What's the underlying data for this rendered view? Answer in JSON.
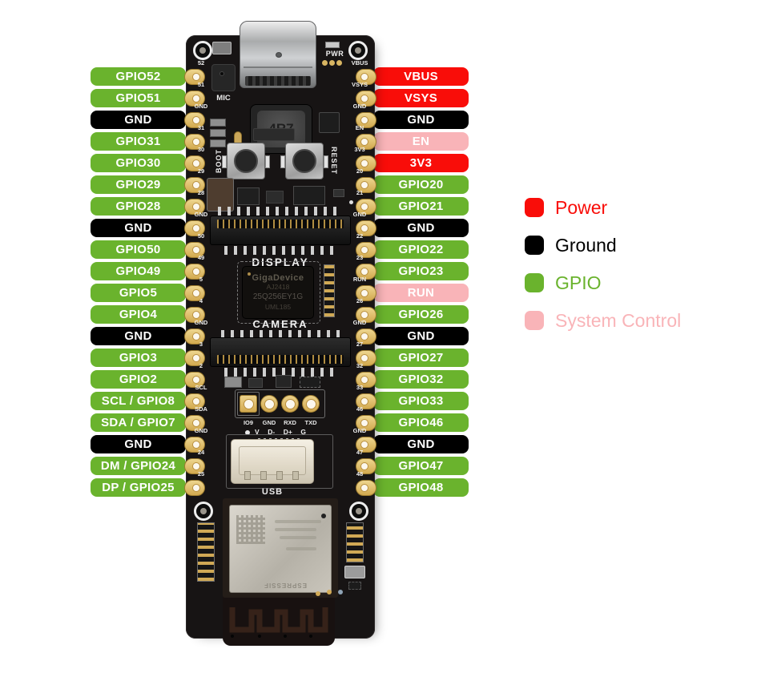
{
  "colors": {
    "power": "#f90d09",
    "ground": "#000000",
    "gpio": "#6ab32d",
    "system": "#f9b4b8"
  },
  "pins": {
    "left": [
      {
        "label": "GPIO52",
        "type": "gpio",
        "silk": "52"
      },
      {
        "label": "GPIO51",
        "type": "gpio",
        "silk": "51"
      },
      {
        "label": "GND",
        "type": "ground",
        "silk": "GND"
      },
      {
        "label": "GPIO31",
        "type": "gpio",
        "silk": "31"
      },
      {
        "label": "GPIO30",
        "type": "gpio",
        "silk": "30"
      },
      {
        "label": "GPIO29",
        "type": "gpio",
        "silk": "29"
      },
      {
        "label": "GPIO28",
        "type": "gpio",
        "silk": "28"
      },
      {
        "label": "GND",
        "type": "ground",
        "silk": "GND"
      },
      {
        "label": "GPIO50",
        "type": "gpio",
        "silk": "50"
      },
      {
        "label": "GPIO49",
        "type": "gpio",
        "silk": "49"
      },
      {
        "label": "GPIO5",
        "type": "gpio",
        "silk": "5"
      },
      {
        "label": "GPIO4",
        "type": "gpio",
        "silk": "4"
      },
      {
        "label": "GND",
        "type": "ground",
        "silk": "GND"
      },
      {
        "label": "GPIO3",
        "type": "gpio",
        "silk": "3"
      },
      {
        "label": "GPIO2",
        "type": "gpio",
        "silk": "2"
      },
      {
        "label": "SCL / GPIO8",
        "type": "gpio",
        "silk": "SCL"
      },
      {
        "label": "SDA / GPIO7",
        "type": "gpio",
        "silk": "SDA"
      },
      {
        "label": "GND",
        "type": "ground",
        "silk": "GND"
      },
      {
        "label": "DM / GPIO24",
        "type": "gpio",
        "silk": "24"
      },
      {
        "label": "DP / GPIO25",
        "type": "gpio",
        "silk": "25"
      }
    ],
    "right": [
      {
        "label": "VBUS",
        "type": "power",
        "silk": "VBUS"
      },
      {
        "label": "VSYS",
        "type": "power",
        "silk": "VSYS"
      },
      {
        "label": "GND",
        "type": "ground",
        "silk": "GND"
      },
      {
        "label": "EN",
        "type": "system",
        "silk": "EN"
      },
      {
        "label": "3V3",
        "type": "power",
        "silk": "3V3"
      },
      {
        "label": "GPIO20",
        "type": "gpio",
        "silk": "20"
      },
      {
        "label": "GPIO21",
        "type": "gpio",
        "silk": "21"
      },
      {
        "label": "GND",
        "type": "ground",
        "silk": "GND"
      },
      {
        "label": "GPIO22",
        "type": "gpio",
        "silk": "22"
      },
      {
        "label": "GPIO23",
        "type": "gpio",
        "silk": "23"
      },
      {
        "label": "RUN",
        "type": "system",
        "silk": "RUN"
      },
      {
        "label": "GPIO26",
        "type": "gpio",
        "silk": "26"
      },
      {
        "label": "GND",
        "type": "ground",
        "silk": "GND"
      },
      {
        "label": "GPIO27",
        "type": "gpio",
        "silk": "27"
      },
      {
        "label": "GPIO32",
        "type": "gpio",
        "silk": "32"
      },
      {
        "label": "GPIO33",
        "type": "gpio",
        "silk": "33"
      },
      {
        "label": "GPIO46",
        "type": "gpio",
        "silk": "46"
      },
      {
        "label": "GND",
        "type": "ground",
        "silk": "GND"
      },
      {
        "label": "GPIO47",
        "type": "gpio",
        "silk": "47"
      },
      {
        "label": "GPIO48",
        "type": "gpio",
        "silk": "48"
      }
    ]
  },
  "legend": {
    "items": [
      {
        "label": "Power",
        "type": "power"
      },
      {
        "label": "Ground",
        "type": "ground"
      },
      {
        "label": "GPIO",
        "type": "gpio"
      },
      {
        "label": "System Control",
        "type": "system"
      }
    ]
  },
  "board": {
    "silk": {
      "pwr": "PWR",
      "mic": "MIC",
      "boot": "BOOT",
      "reset": "RESET",
      "display": "DISPLAY",
      "camera": "CAMERA",
      "usb": "USB",
      "usb_header": [
        "V",
        "D-",
        "D+",
        "G"
      ],
      "uart_pads": [
        "IO9",
        "GND",
        "RXD",
        "TXD"
      ]
    },
    "chip": {
      "brand": "GigaDevice",
      "line2": "AJ2418",
      "line3": "25Q256EY1G",
      "line4": "UML185"
    },
    "inductor": "4R7",
    "module_brand": "ESPRESSIF"
  }
}
